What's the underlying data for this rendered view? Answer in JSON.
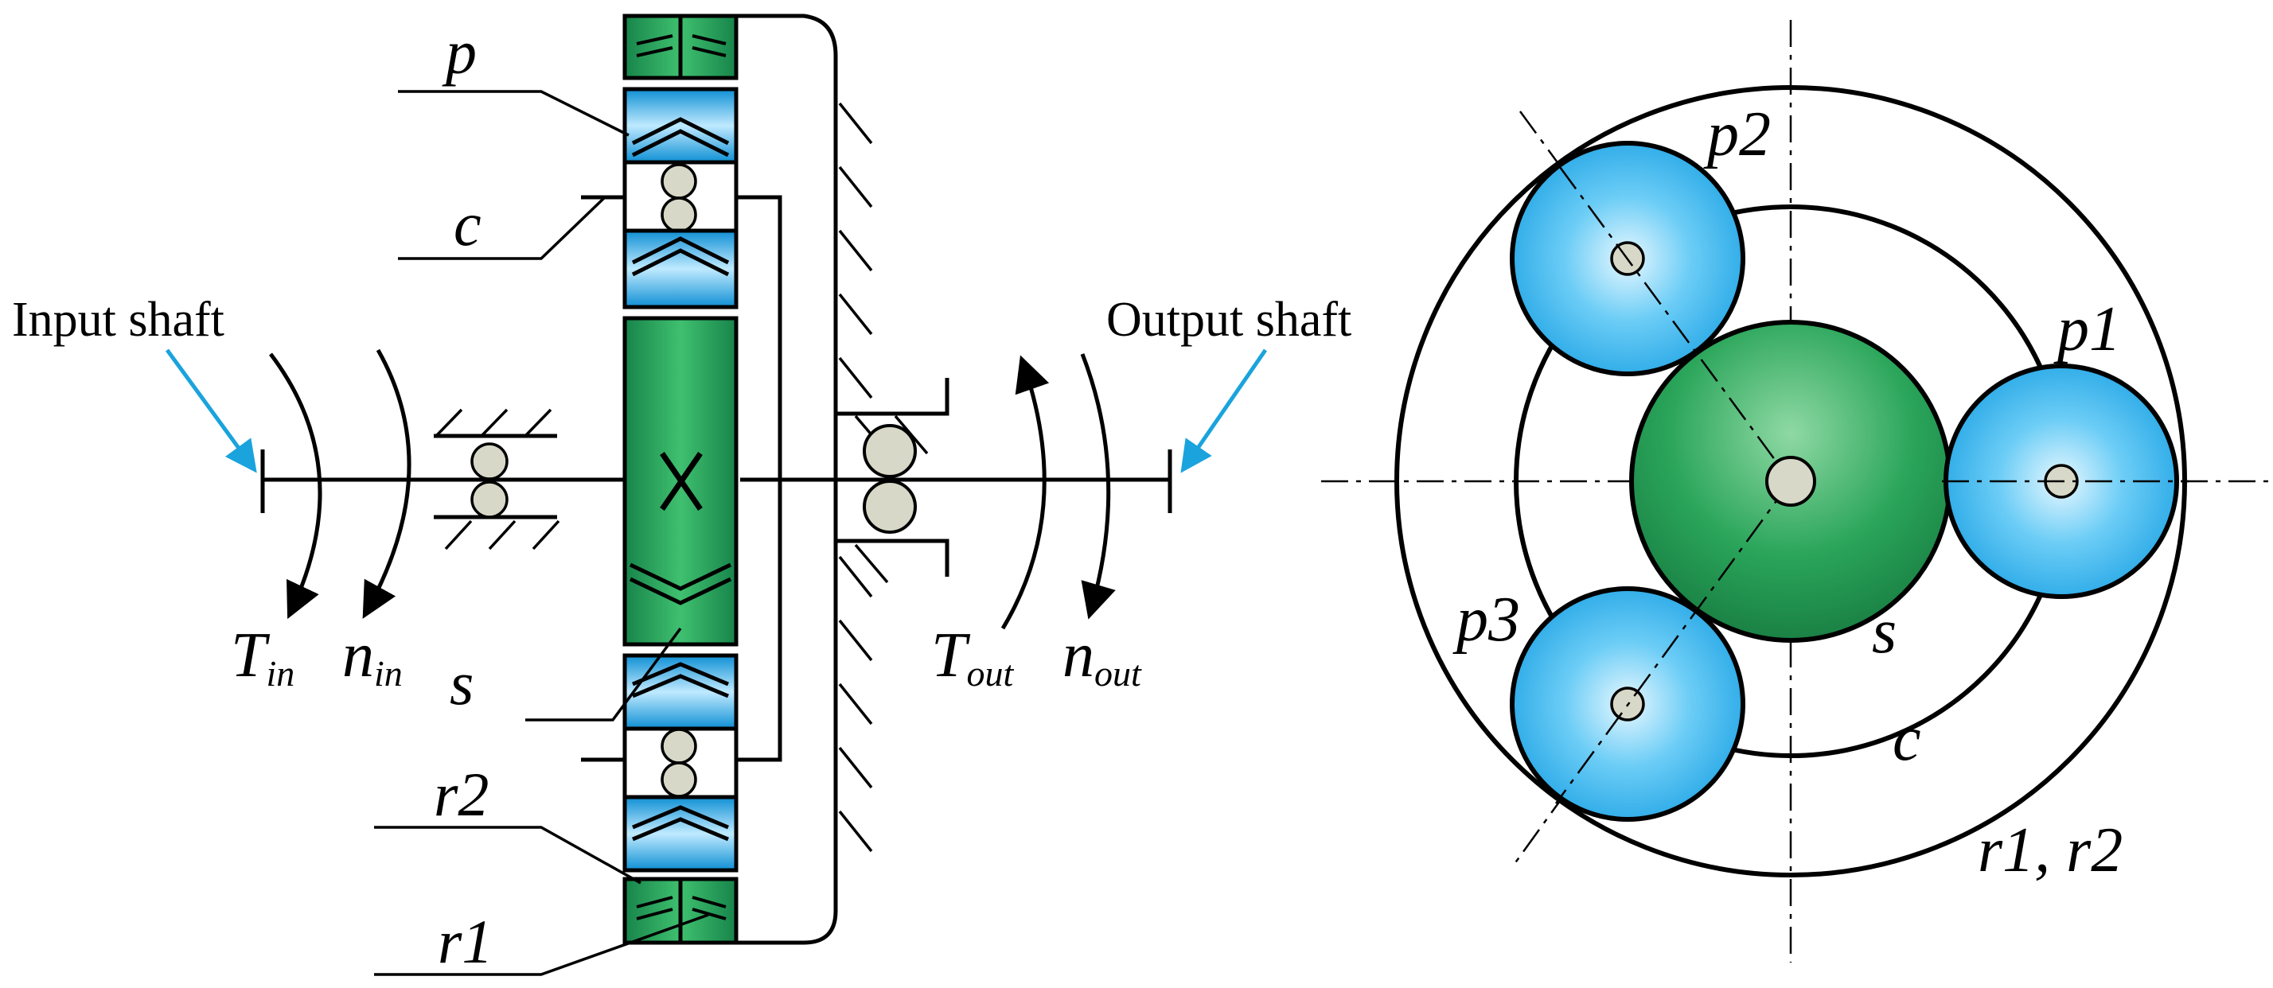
{
  "labels": {
    "input_shaft": "Input shaft",
    "output_shaft": "Output shaft",
    "p": "p",
    "c": "c",
    "s": "s",
    "r2": "r2",
    "r1": "r1",
    "t_in_base": "T",
    "t_in_sub": "in",
    "n_in_base": "n",
    "n_in_sub": "in",
    "t_out_base": "T",
    "t_out_sub": "out",
    "n_out_base": "n",
    "n_out_sub": "out",
    "p1": "p1",
    "p2": "p2",
    "p3": "p3",
    "c_right": "c",
    "s_right": "s",
    "r1_r2": "r1, r2"
  },
  "colors": {
    "planet_blue": "#1aa7e8",
    "sun_green": "#22a052",
    "ring_green": "#1f9a4f",
    "bearing_ball": "#d8d8c8",
    "arrow_blue": "#1aa3dd"
  }
}
